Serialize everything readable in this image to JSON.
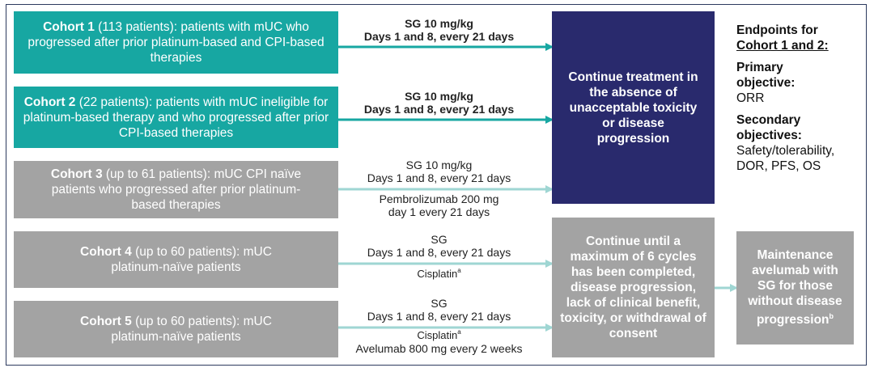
{
  "cohorts": [
    {
      "title": "Cohort 1",
      "detail": " (113 patients): patients with mUC who progressed after prior platinum-based and CPI-based therapies"
    },
    {
      "title": "Cohort 2",
      "detail": " (22 patients): patients with mUC ineligible for platinum-based therapy and who progressed after prior CPI-based therapies"
    },
    {
      "title": "Cohort 3",
      "detail": " (up to 61 patients): mUC CPI naïve patients who progressed after prior platinum-based therapies"
    },
    {
      "title": "Cohort 4",
      "detail": " (up to 60 patients): mUC platinum-naïve patients"
    },
    {
      "title": "Cohort 5",
      "detail": " (up to 60 patients): mUC platinum-naïve patients"
    }
  ],
  "regimens": {
    "c1": {
      "line1": "SG 10 mg/kg",
      "line2": "Days 1 and 8, every 21 days"
    },
    "c2": {
      "line1": "SG 10 mg/kg",
      "line2": "Days 1 and 8, every 21 days"
    },
    "c3": {
      "line1": "SG 10 mg/kg",
      "line2": "Days 1 and 8, every 21 days",
      "line3": "Pembrolizumab 200 mg",
      "line4": "day 1 every 21 days"
    },
    "c4": {
      "line1": "SG",
      "line2": "Days 1 and 8, every 21 days",
      "line3": "Cisplatin",
      "sup": "a"
    },
    "c5": {
      "line1": "SG",
      "line2": "Days 1 and 8, every 21 days",
      "line3": "Cisplatin",
      "sup": "a",
      "line4": "Avelumab 800 mg every 2 weeks"
    }
  },
  "continue_treatment": "Continue treatment in the absence of unacceptable toxicity or disease progression",
  "continue_until": "Continue until a maximum of 6 cycles has been completed, disease progression, lack of clinical benefit, toxicity, or withdrawal of consent",
  "maintenance": {
    "text": "Maintenance avelumab with SG for those without disease progression",
    "sup": "b"
  },
  "endpoints": {
    "heading1": "Endpoints for",
    "heading2": "Cohort 1 and 2:",
    "primary_label": "Primary objective:",
    "primary_value": "ORR",
    "secondary_label": "Secondary objectives:",
    "secondary_value": "Safety/tolerability, DOR, PFS, OS"
  },
  "colors": {
    "teal": "#17a7a2",
    "gray": "#a3a3a3",
    "navy": "#292a6d",
    "teal_arrow": "#17a7a2",
    "light_arrow": "#9fd6d3"
  }
}
